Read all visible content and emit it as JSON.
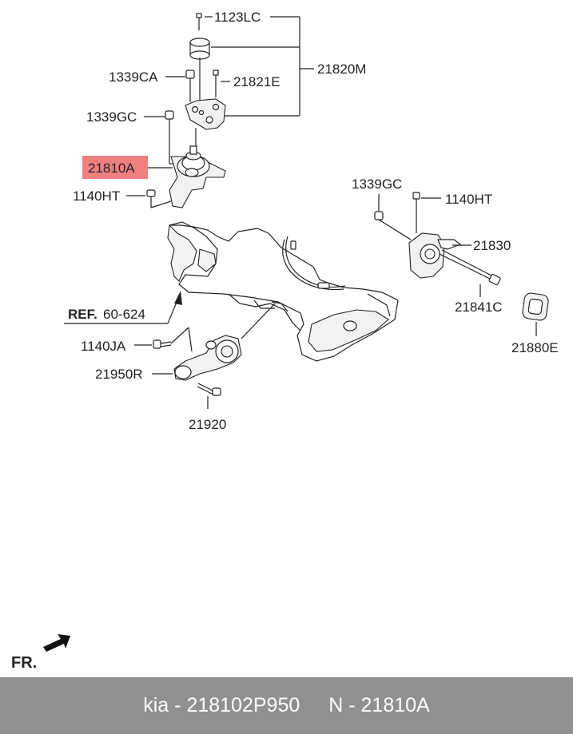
{
  "diagram": {
    "labels": {
      "p1123LC": "1123LC",
      "p21820M": "21820M",
      "p1339CA": "1339CA",
      "p21821E": "21821E",
      "p1339GC_left": "1339GC",
      "p21810A": "21810A",
      "p1140HT_left": "1140HT",
      "p1339GC_right": "1339GC",
      "p1140HT_right": "1140HT",
      "p21830": "21830",
      "p21841C": "21841C",
      "p21880E": "21880E",
      "ref_prefix": "REF.",
      "ref_number": "60-624",
      "p1140JA": "1140JA",
      "p21950R": "21950R",
      "p21920": "21920"
    },
    "highlight_color": "#f08080",
    "direction_label": "FR."
  },
  "footer": {
    "brand": "kia",
    "part_number": "218102P950",
    "n_prefix": "N",
    "n_value": "21810A"
  }
}
